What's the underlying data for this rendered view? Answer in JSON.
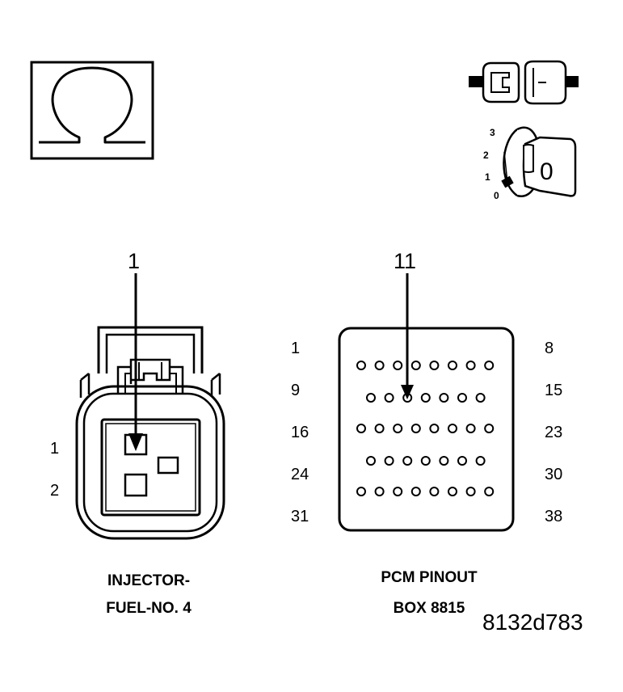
{
  "meter_icon": {
    "symbol": "ohm-icon"
  },
  "key_switch": {
    "positions": [
      "3",
      "2",
      "1",
      "0"
    ],
    "key_label": "0"
  },
  "injector": {
    "callout": "1",
    "pin_labels": [
      "1",
      "2"
    ],
    "caption_line1": "INJECTOR-",
    "caption_line2": "FUEL-NO. 4"
  },
  "pcm": {
    "callout": "11",
    "left_labels": [
      "1",
      "9",
      "16",
      "24",
      "31"
    ],
    "right_labels": [
      "8",
      "15",
      "23",
      "30",
      "38"
    ],
    "rows": [
      8,
      7,
      8,
      7,
      8
    ],
    "highlighted_pin": 11,
    "caption_line1": "PCM PINOUT",
    "caption_line2": "BOX 8815"
  },
  "figure_code": "8132d783"
}
